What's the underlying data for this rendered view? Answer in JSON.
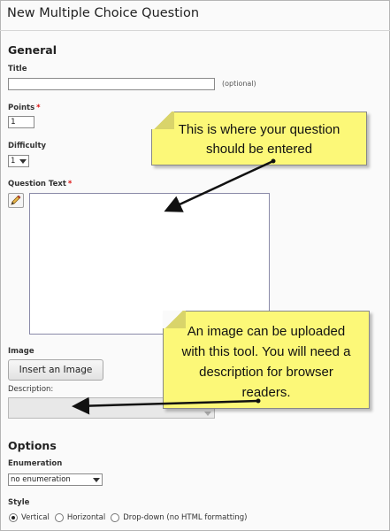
{
  "page": {
    "title": "New Multiple Choice Question"
  },
  "general": {
    "heading": "General",
    "title_label": "Title",
    "title_value": "",
    "title_hint": "(optional)",
    "points_label": "Points",
    "points_required": "*",
    "points_value": "1",
    "difficulty_label": "Difficulty",
    "difficulty_value": "1",
    "question_text_label": "Question Text",
    "question_text_required": "*",
    "image_label": "Image",
    "insert_image_label": "Insert an Image",
    "description_label": "Description:",
    "description_value": ""
  },
  "options": {
    "heading": "Options",
    "enumeration_label": "Enumeration",
    "enumeration_value": "no enumeration",
    "style_label": "Style",
    "style_options": [
      {
        "label": "Vertical",
        "selected": true
      },
      {
        "label": "Horizontal",
        "selected": false
      },
      {
        "label": "Drop-down (no HTML formatting)",
        "selected": false
      }
    ]
  },
  "callouts": [
    {
      "text_line1": "This is where your question",
      "text_line2": "should be entered"
    },
    {
      "text_line1": "An image can be uploaded",
      "text_line2": "with this tool. You will need a",
      "text_line3": "description for browser",
      "text_line4": "readers."
    }
  ],
  "icons": {
    "edit": "pencil-icon",
    "dropdown": "chevron-down-icon",
    "radio": "radio-icon"
  },
  "colors": {
    "callout_bg": "#fcf878",
    "required": "#dd1111",
    "arrow": "#111111"
  }
}
